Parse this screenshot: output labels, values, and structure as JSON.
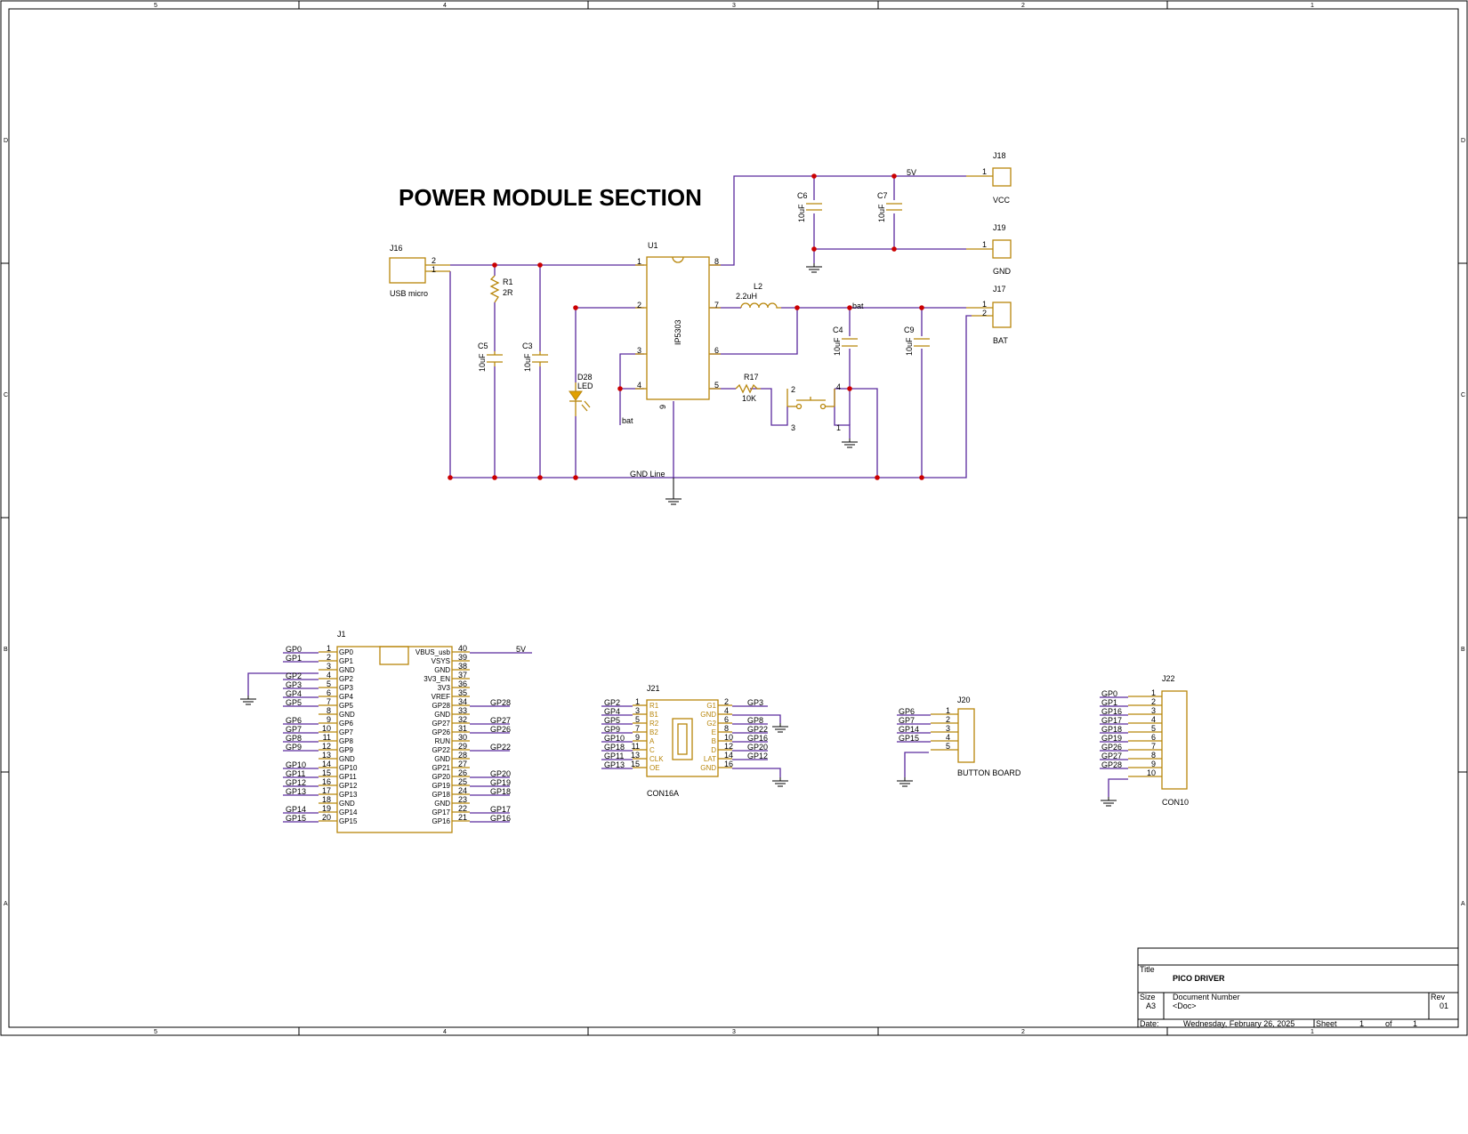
{
  "frame": {
    "top_zones": [
      "5",
      "4",
      "3",
      "2",
      "1"
    ],
    "side_zones": [
      "D",
      "C",
      "B",
      "A"
    ]
  },
  "power": {
    "title": "POWER MODULE SECTION",
    "j16": {
      "ref": "J16",
      "label": "USB micro",
      "pins": [
        "2",
        "1"
      ]
    },
    "r1": {
      "ref": "R1",
      "value": "2R"
    },
    "c5": {
      "ref": "C5",
      "value": "10uF"
    },
    "c3": {
      "ref": "C3",
      "value": "10uF"
    },
    "d28": {
      "ref": "D28",
      "value": "LED"
    },
    "u1": {
      "ref": "U1",
      "part": "IP5303",
      "pins": [
        "1",
        "2",
        "3",
        "4",
        "5",
        "6",
        "7",
        "8",
        "9"
      ]
    },
    "l2": {
      "ref": "L2",
      "value": "2.2uH"
    },
    "r17": {
      "ref": "R17",
      "value": "10K"
    },
    "sw_pins": [
      "2",
      "3",
      "4",
      "1"
    ],
    "c4": {
      "ref": "C4",
      "value": "10uF"
    },
    "c9": {
      "ref": "C9",
      "value": "10uF"
    },
    "c6": {
      "ref": "C6",
      "value": "10uF"
    },
    "c7": {
      "ref": "C7",
      "value": "10uF"
    },
    "j18": {
      "ref": "J18",
      "label": "VCC",
      "pin": "1"
    },
    "j19": {
      "ref": "J19",
      "label": "GND",
      "pin": "1"
    },
    "j17": {
      "ref": "J17",
      "label": "BAT",
      "pins": [
        "1",
        "2"
      ]
    },
    "net_5v": "5V",
    "net_bat": "bat",
    "net_bat2": "bat",
    "gnd_line": "GND Line"
  },
  "j1": {
    "ref": "J1",
    "left": [
      {
        "n": "1",
        "p": "GP0",
        "net": "GP0"
      },
      {
        "n": "2",
        "p": "GP1",
        "net": "GP1"
      },
      {
        "n": "3",
        "p": "GND",
        "net": ""
      },
      {
        "n": "4",
        "p": "GP2",
        "net": "GP2"
      },
      {
        "n": "5",
        "p": "GP3",
        "net": "GP3"
      },
      {
        "n": "6",
        "p": "GP4",
        "net": "GP4"
      },
      {
        "n": "7",
        "p": "GP5",
        "net": "GP5"
      },
      {
        "n": "8",
        "p": "GND",
        "net": ""
      },
      {
        "n": "9",
        "p": "GP6",
        "net": "GP6"
      },
      {
        "n": "10",
        "p": "GP7",
        "net": "GP7"
      },
      {
        "n": "11",
        "p": "GP8",
        "net": "GP8"
      },
      {
        "n": "12",
        "p": "GP9",
        "net": "GP9"
      },
      {
        "n": "13",
        "p": "GND",
        "net": ""
      },
      {
        "n": "14",
        "p": "GP10",
        "net": "GP10"
      },
      {
        "n": "15",
        "p": "GP11",
        "net": "GP11"
      },
      {
        "n": "16",
        "p": "GP12",
        "net": "GP12"
      },
      {
        "n": "17",
        "p": "GP13",
        "net": "GP13"
      },
      {
        "n": "18",
        "p": "GND",
        "net": ""
      },
      {
        "n": "19",
        "p": "GP14",
        "net": "GP14"
      },
      {
        "n": "20",
        "p": "GP15",
        "net": "GP15"
      }
    ],
    "right": [
      {
        "n": "40",
        "p": "VBUS_usb",
        "net": "5V"
      },
      {
        "n": "39",
        "p": "VSYS",
        "net": ""
      },
      {
        "n": "38",
        "p": "GND",
        "net": ""
      },
      {
        "n": "37",
        "p": "3V3_EN",
        "net": ""
      },
      {
        "n": "36",
        "p": "3V3",
        "net": ""
      },
      {
        "n": "35",
        "p": "VREF",
        "net": ""
      },
      {
        "n": "34",
        "p": "GP28",
        "net": "GP28"
      },
      {
        "n": "33",
        "p": "GND",
        "net": ""
      },
      {
        "n": "32",
        "p": "GP27",
        "net": "GP27"
      },
      {
        "n": "31",
        "p": "GP26",
        "net": "GP26"
      },
      {
        "n": "30",
        "p": "RUN",
        "net": ""
      },
      {
        "n": "29",
        "p": "GP22",
        "net": "GP22"
      },
      {
        "n": "28",
        "p": "GND",
        "net": ""
      },
      {
        "n": "27",
        "p": "GP21",
        "net": ""
      },
      {
        "n": "26",
        "p": "GP20",
        "net": "GP20"
      },
      {
        "n": "25",
        "p": "GP19",
        "net": "GP19"
      },
      {
        "n": "24",
        "p": "GP18",
        "net": "GP18"
      },
      {
        "n": "23",
        "p": "GND",
        "net": ""
      },
      {
        "n": "22",
        "p": "GP17",
        "net": "GP17"
      },
      {
        "n": "21",
        "p": "GP16",
        "net": "GP16"
      }
    ]
  },
  "j21": {
    "ref": "J21",
    "label": "CON16A",
    "left": [
      {
        "n": "1",
        "p": "R1",
        "net": "GP2"
      },
      {
        "n": "3",
        "p": "B1",
        "net": "GP4"
      },
      {
        "n": "5",
        "p": "R2",
        "net": "GP5"
      },
      {
        "n": "7",
        "p": "B2",
        "net": "GP9"
      },
      {
        "n": "9",
        "p": "A",
        "net": "GP10"
      },
      {
        "n": "11",
        "p": "C",
        "net": "GP18"
      },
      {
        "n": "13",
        "p": "CLK",
        "net": "GP11"
      },
      {
        "n": "15",
        "p": "OE",
        "net": "GP13"
      }
    ],
    "right": [
      {
        "n": "2",
        "p": "G1",
        "net": "GP3"
      },
      {
        "n": "4",
        "p": "GND",
        "net": ""
      },
      {
        "n": "6",
        "p": "G2",
        "net": "GP8"
      },
      {
        "n": "8",
        "p": "E",
        "net": "GP22"
      },
      {
        "n": "10",
        "p": "B",
        "net": "GP16"
      },
      {
        "n": "12",
        "p": "D",
        "net": "GP20"
      },
      {
        "n": "14",
        "p": "LAT",
        "net": "GP12"
      },
      {
        "n": "16",
        "p": "GND",
        "net": ""
      }
    ]
  },
  "j20": {
    "ref": "J20",
    "label": "BUTTON BOARD",
    "pins": [
      {
        "n": "1",
        "net": "GP6"
      },
      {
        "n": "2",
        "net": "GP7"
      },
      {
        "n": "3",
        "net": "GP14"
      },
      {
        "n": "4",
        "net": "GP15"
      },
      {
        "n": "5",
        "net": ""
      }
    ]
  },
  "j22": {
    "ref": "J22",
    "label": "CON10",
    "pins": [
      {
        "n": "1",
        "net": "GP0"
      },
      {
        "n": "2",
        "net": "GP1"
      },
      {
        "n": "3",
        "net": "GP16"
      },
      {
        "n": "4",
        "net": "GP17"
      },
      {
        "n": "5",
        "net": "GP18"
      },
      {
        "n": "6",
        "net": "GP19"
      },
      {
        "n": "7",
        "net": "GP26"
      },
      {
        "n": "8",
        "net": "GP27"
      },
      {
        "n": "9",
        "net": "GP28"
      },
      {
        "n": "10",
        "net": ""
      }
    ]
  },
  "titleblock": {
    "title_label": "Title",
    "title": "PICO DRIVER",
    "size_label": "Size",
    "size": "A3",
    "docnum_label": "Document Number",
    "docnum": "<Doc>",
    "rev_label": "Rev",
    "rev": "01",
    "date_label": "Date:",
    "date": "Wednesday, February 26, 2025",
    "sheet_label": "Sheet",
    "sheet": "1",
    "of_label": "of",
    "of": "1"
  },
  "colors": {
    "wire": "#5b2a9e",
    "component": "#b8860b",
    "junction": "#cc0000"
  }
}
